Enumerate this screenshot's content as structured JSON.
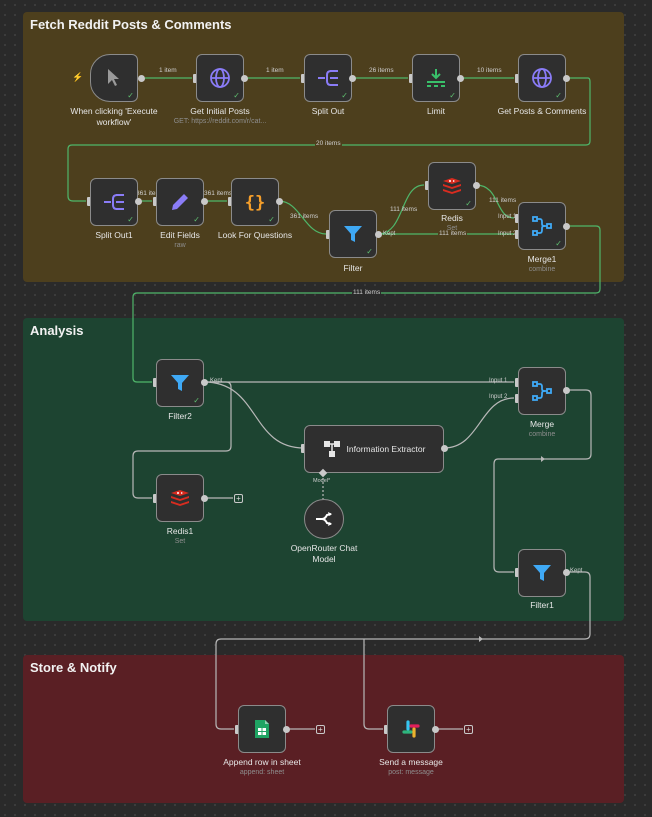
{
  "sections": {
    "fetch": {
      "title": "Fetch Reddit Posts & Comments",
      "color": "#4d3f1d"
    },
    "analysis": {
      "title": "Analysis",
      "color": "#1d4431"
    },
    "store": {
      "title": "Store & Notify",
      "color": "#5a1f24"
    }
  },
  "nodes": {
    "trigger": {
      "label": "When clicking 'Execute workflow'"
    },
    "get_initial": {
      "label": "Get Initial Posts",
      "sub": "GET: https://reddit.com/r/cat..."
    },
    "split_out": {
      "label": "Split Out"
    },
    "limit": {
      "label": "Limit"
    },
    "get_posts": {
      "label": "Get Posts & Comments"
    },
    "split_out1": {
      "label": "Split Out1"
    },
    "edit_fields": {
      "label": "Edit Fields",
      "sub": "raw"
    },
    "look_for": {
      "label": "Look For Questions"
    },
    "filter": {
      "label": "Filter"
    },
    "redis": {
      "label": "Redis",
      "sub": "Set"
    },
    "merge1": {
      "label": "Merge1",
      "sub": "combine"
    },
    "filter2": {
      "label": "Filter2"
    },
    "info_extractor": {
      "label": "Information Extractor"
    },
    "openrouter": {
      "label": "OpenRouter Chat Model"
    },
    "redis1": {
      "label": "Redis1",
      "sub": "Set"
    },
    "merge": {
      "label": "Merge",
      "sub": "combine"
    },
    "filter1": {
      "label": "Filter1"
    },
    "append_row": {
      "label": "Append row in sheet",
      "sub": "append: sheet"
    },
    "send_message": {
      "label": "Send a message",
      "sub": "post: message"
    }
  },
  "edge_labels": {
    "e1": "1 item",
    "e2": "1 item",
    "e3": "26 items",
    "e4": "10 items",
    "e5": "20 items",
    "e6": "361 items",
    "e7": "361 items",
    "e8": "361 items",
    "e9": "111 items",
    "e10": "111 items",
    "e11": "111 items",
    "e12": "111 items"
  },
  "port_labels": {
    "kept": "Kept",
    "input1": "Input 1",
    "input2": "Input 2",
    "model": "Model*"
  },
  "colors": {
    "edge": "#b8b8b8",
    "edge_active": "#4fb66a",
    "purple": "#8a7cf7",
    "blue": "#3fa9f5",
    "orange": "#f59e2a",
    "green": "#39c06a",
    "redis": "#d82c20"
  },
  "icons": {
    "trigger": "cursor-icon",
    "http": "globe-icon",
    "split": "split-out-icon",
    "limit": "limit-icon",
    "edit": "pencil-icon",
    "code": "braces-icon",
    "filter": "funnel-icon",
    "redis": "redis-icon",
    "merge": "merge-icon",
    "extractor": "tree-icon",
    "openrouter": "openrouter-icon",
    "sheets": "sheets-icon",
    "slack": "slack-icon"
  }
}
